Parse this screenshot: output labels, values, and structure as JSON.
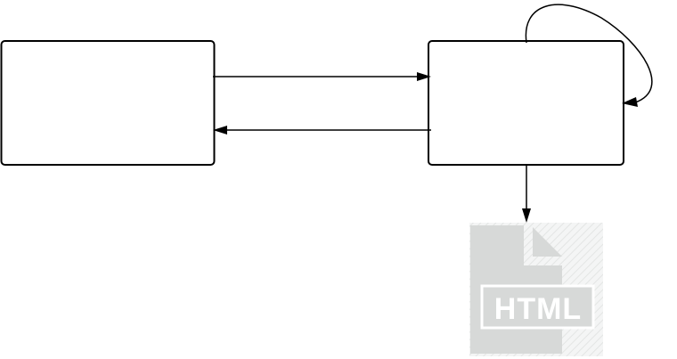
{
  "diagram": {
    "nodes": [
      {
        "id": "left-box",
        "label": ""
      },
      {
        "id": "right-box",
        "label": ""
      }
    ],
    "edges": [
      {
        "from": "left-box",
        "to": "right-box"
      },
      {
        "from": "right-box",
        "to": "left-box"
      },
      {
        "from": "right-box",
        "to": "right-box",
        "kind": "self-loop"
      },
      {
        "from": "right-box",
        "to": "html-file"
      }
    ],
    "file_icon": {
      "icon": "html-file-icon",
      "label": "HTML",
      "colors": {
        "body": "#d7d9d8",
        "hatch": "#e8eae9",
        "text": "#ffffff"
      }
    }
  }
}
